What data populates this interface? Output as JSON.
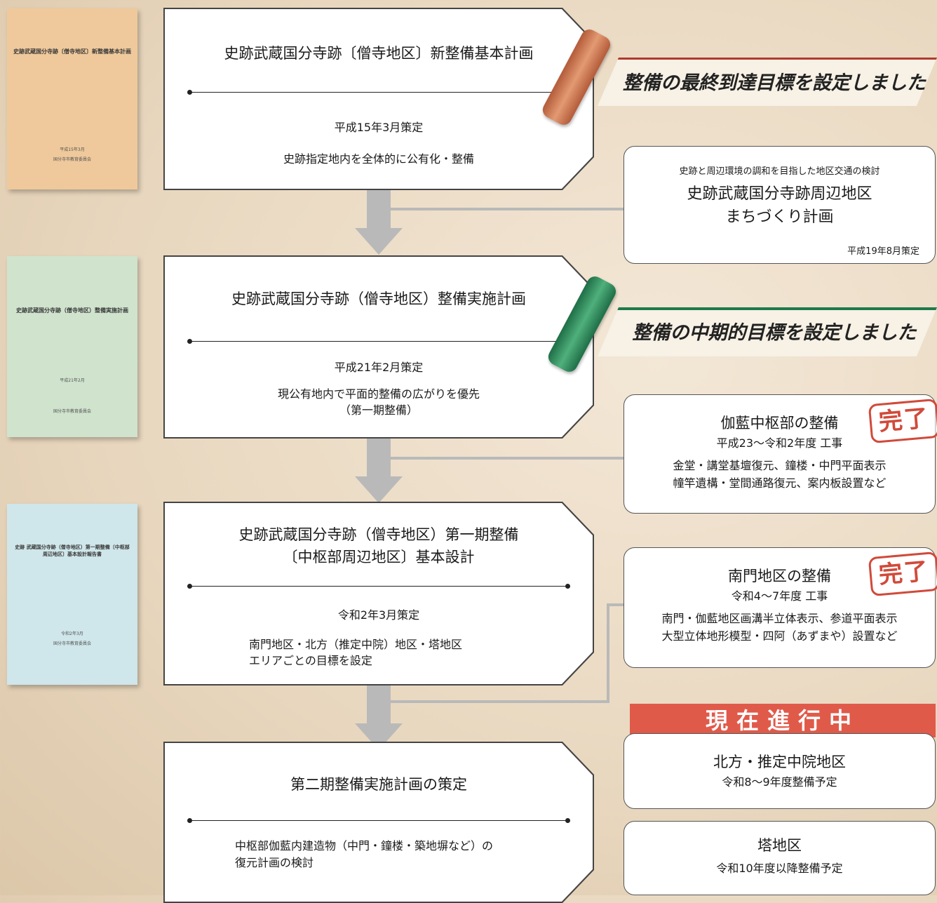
{
  "books": [
    {
      "title": "史跡武蔵国分寺跡〔僧寺地区〕新整備基本計画",
      "date": "平成15年3月",
      "org": "国分寺市教育委員会",
      "color": "#efc99b"
    },
    {
      "title": "史跡武蔵国分寺跡（僧寺地区）整備実施計画",
      "date": "平成21年2月",
      "org": "国分寺市教育委員会",
      "color": "#cfe3cd"
    },
    {
      "title": "史跡 武蔵国分寺跡（僧寺地区）第一期整備〔中枢部周辺地区〕基本設計報告書",
      "date": "令和2年3月",
      "org": "国分寺市教育委員会",
      "color": "#cfe6ea"
    }
  ],
  "plans": [
    {
      "title": "史跡武蔵国分寺跡〔僧寺地区〕新整備基本計画",
      "date": "平成15年3月策定",
      "desc": "史跡指定地内を全体的に公有化・整備"
    },
    {
      "title": "史跡武蔵国分寺跡（僧寺地区）整備実施計画",
      "date": "平成21年2月策定",
      "desc": "現公有地内で平面的整備の広がりを優先",
      "desc2": "（第一期整備）"
    },
    {
      "title": "史跡武蔵国分寺跡（僧寺地区）第一期整備",
      "title2": "〔中枢部周辺地区〕基本設計",
      "date": "令和2年3月策定",
      "desc": "南門地区・北方（推定中院）地区・塔地区",
      "desc2": "エリアごとの目標を設定"
    },
    {
      "title": "第二期整備実施計画の策定",
      "desc": "中枢部伽藍内建造物（中門・鐘楼・築地塀など）の",
      "desc2": "復元計画の検討"
    }
  ],
  "ribbons": [
    {
      "text": "整備の最終到達目標を設定しました",
      "color": "#c8724a"
    },
    {
      "text": "整備の中期的目標を設定しました",
      "color": "#2f8a5a"
    }
  ],
  "side": {
    "machi": {
      "small": "史跡と周辺環境の調和を目指した地区交通の検討",
      "big1": "史跡武蔵国分寺跡周辺地区",
      "big2": "まちづくり計画",
      "date": "平成19年8月策定"
    },
    "garan": {
      "head": "伽藍中枢部の整備",
      "date": "平成23〜令和2年度 工事",
      "line1": "金堂・講堂基壇復元、鐘楼・中門平面表示",
      "line2": "幢竿遺構・堂間通路復元、案内板設置など"
    },
    "nanmon": {
      "head": "南門地区の整備",
      "date": "令和4〜7年度 工事",
      "line1": "南門・伽藍地区画溝半立体表示、参道平面表示",
      "line2": "大型立体地形模型・四阿（あずまや）設置など"
    },
    "stamp": "完了",
    "banner": "現在進行中",
    "hoppo": {
      "head": "北方・推定中院地区",
      "date": "令和8〜9年度整備予定"
    },
    "tou": {
      "head": "塔地区",
      "date": "令和10年度以降整備予定"
    }
  }
}
